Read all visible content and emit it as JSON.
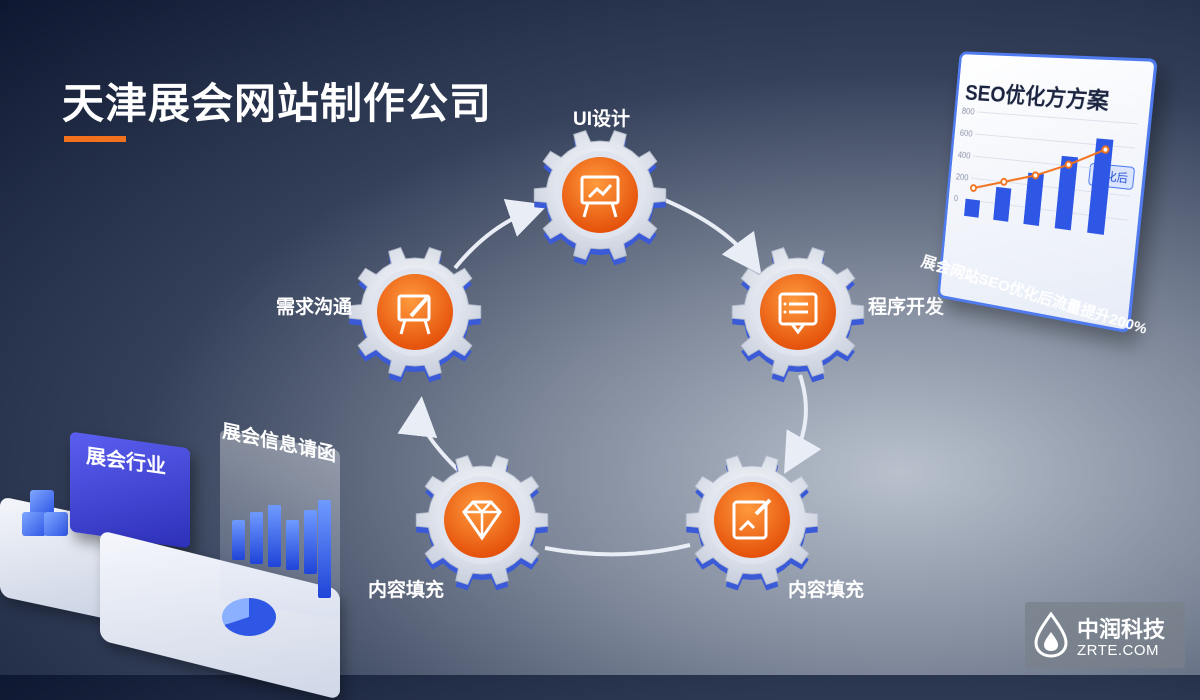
{
  "title": "天津展会网站制作公司",
  "cycle": {
    "steps": [
      {
        "label": "UI设计",
        "icon": "easel-chart-icon"
      },
      {
        "label": "程序开发",
        "icon": "document-list-icon"
      },
      {
        "label": "内容填充",
        "icon": "image-edit-icon"
      },
      {
        "label": "内容填充",
        "icon": "diamond-icon"
      },
      {
        "label": "需求沟通",
        "icon": "easel-brush-icon"
      }
    ]
  },
  "seo_panel": {
    "title": "SEO优化方方案",
    "badge": "优化后",
    "caption": "展会网站SEO优化后流量提升200%",
    "y_ticks": [
      "800",
      "600",
      "400",
      "200",
      "0"
    ]
  },
  "cards": {
    "industry_label": "展会行业",
    "invite_label": "展会信息请函"
  },
  "logo": {
    "name": "中润科技",
    "domain": "ZRTE.COM"
  },
  "colors": {
    "accent": "#f2711c",
    "gear_core": "#f06a12",
    "panel_border": "#4f7bef",
    "bar_blue": "#2f57e6"
  }
}
